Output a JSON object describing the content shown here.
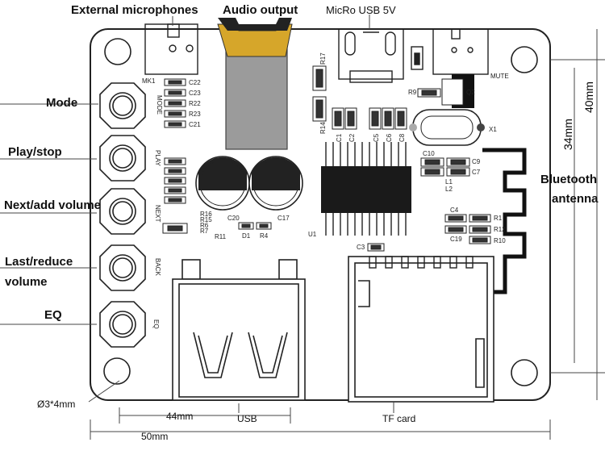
{
  "callouts": {
    "external_microphones": "External microphones",
    "audio_output": "Audio output",
    "micro_usb": "MicRo USB 5V",
    "mode": "Mode",
    "play_stop": "Play/stop",
    "next_add_volume": "Next/add volume",
    "last_reduce_line1": "Last/reduce",
    "last_reduce_line2": "volume",
    "eq": "EQ",
    "bluetooth_line1": "Bluetooth",
    "bluetooth_line2": "antenna",
    "usb": "USB",
    "tf_card": "TF card"
  },
  "dimensions": {
    "hole": "Ø3*4mm",
    "d44": "44mm",
    "d50": "50mm",
    "d34": "34mm",
    "d40": "40mm"
  },
  "silkscreen": {
    "mk1": "MK1",
    "mute": "MUTE",
    "mode": "MODE",
    "play": "PLAY",
    "next": "NEXT",
    "back": "BACK",
    "eq": "EQ",
    "c22": "C22",
    "c23": "C23",
    "r22": "R22",
    "r23": "R23",
    "c21": "C21",
    "r17": "R17",
    "r14": "R14",
    "r9": "R9",
    "q2": "Q2",
    "x1": "X1",
    "c1": "C1",
    "c2": "C2",
    "c5": "C5",
    "c6": "C6",
    "c8": "C8",
    "c10": "C10",
    "c9": "C9",
    "c7": "C7",
    "l1": "L1",
    "l2": "L2",
    "r16": "R16",
    "r15": "R15",
    "r6": "R6",
    "r7": "R7",
    "r11": "R11",
    "c20": "C20",
    "c17": "C17",
    "d1": "D1",
    "r4": "R4",
    "u1": "U1",
    "c4": "C4",
    "c19": "C19",
    "r1": "R1",
    "r12": "R12",
    "r10": "R10",
    "c3": "C3"
  }
}
